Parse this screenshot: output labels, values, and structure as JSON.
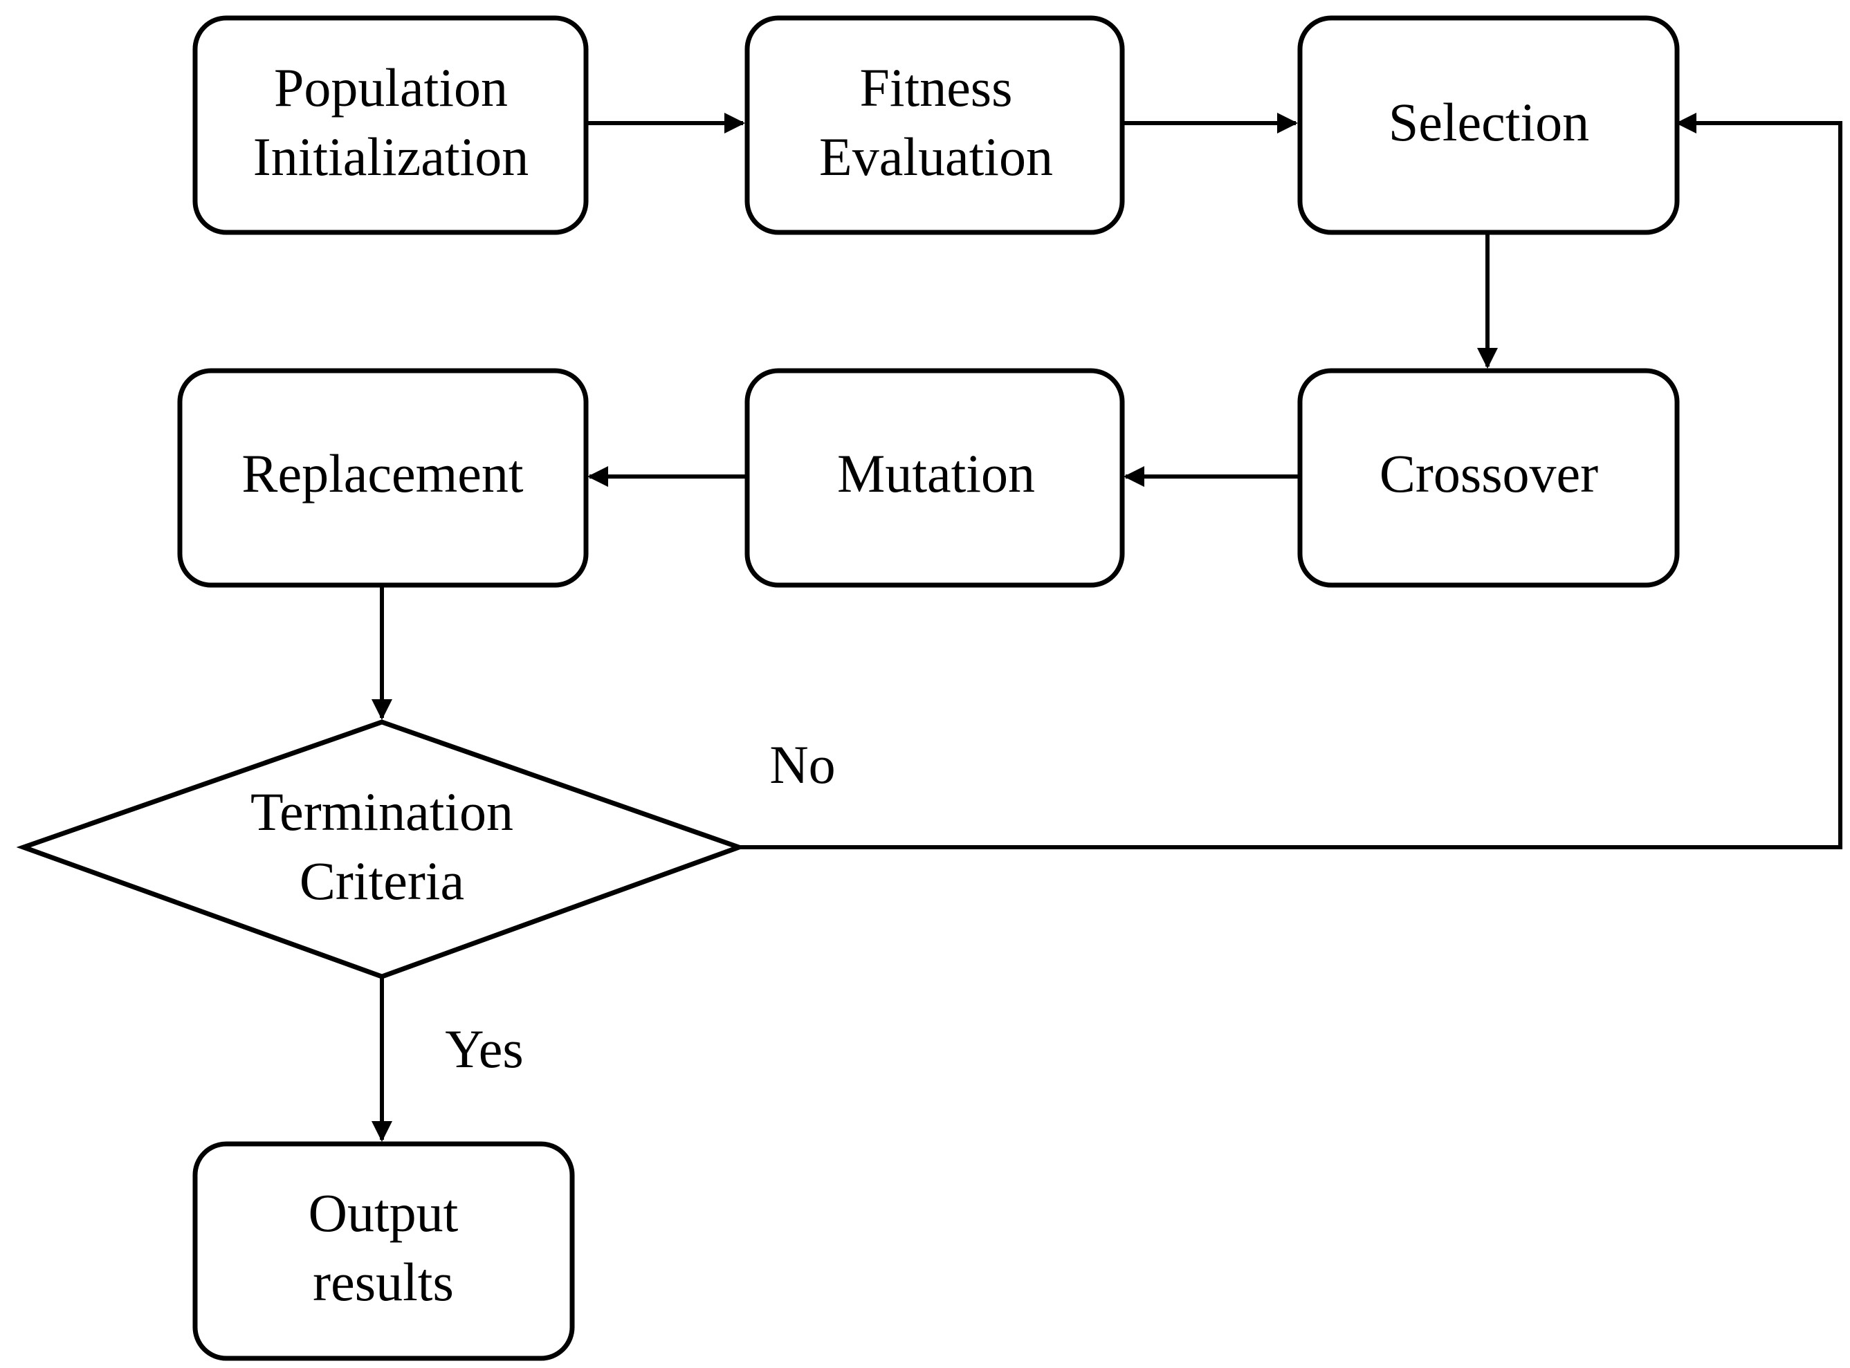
{
  "nodes": {
    "population_init": {
      "lines": [
        "Population",
        "Initialization"
      ],
      "shape": "rounded-box"
    },
    "fitness_eval": {
      "lines": [
        "Fitness",
        "Evaluation"
      ],
      "shape": "rounded-box"
    },
    "selection": {
      "lines": [
        "Selection"
      ],
      "shape": "rounded-box"
    },
    "crossover": {
      "lines": [
        "Crossover"
      ],
      "shape": "rounded-box"
    },
    "mutation": {
      "lines": [
        "Mutation"
      ],
      "shape": "rounded-box"
    },
    "replacement": {
      "lines": [
        "Replacement"
      ],
      "shape": "rounded-box"
    },
    "termination": {
      "lines": [
        "Termination",
        "Criteria"
      ],
      "shape": "diamond"
    },
    "output": {
      "lines": [
        "Output",
        "results"
      ],
      "shape": "rounded-box"
    }
  },
  "edges": [
    {
      "from": "population_init",
      "to": "fitness_eval"
    },
    {
      "from": "fitness_eval",
      "to": "selection"
    },
    {
      "from": "selection",
      "to": "crossover"
    },
    {
      "from": "crossover",
      "to": "mutation"
    },
    {
      "from": "mutation",
      "to": "replacement"
    },
    {
      "from": "replacement",
      "to": "termination"
    },
    {
      "from": "termination",
      "to": "selection",
      "label": "No"
    },
    {
      "from": "termination",
      "to": "output",
      "label": "Yes"
    }
  ],
  "edge_labels": {
    "no": "No",
    "yes": "Yes"
  },
  "colors": {
    "stroke": "#000000",
    "fill": "#ffffff"
  }
}
